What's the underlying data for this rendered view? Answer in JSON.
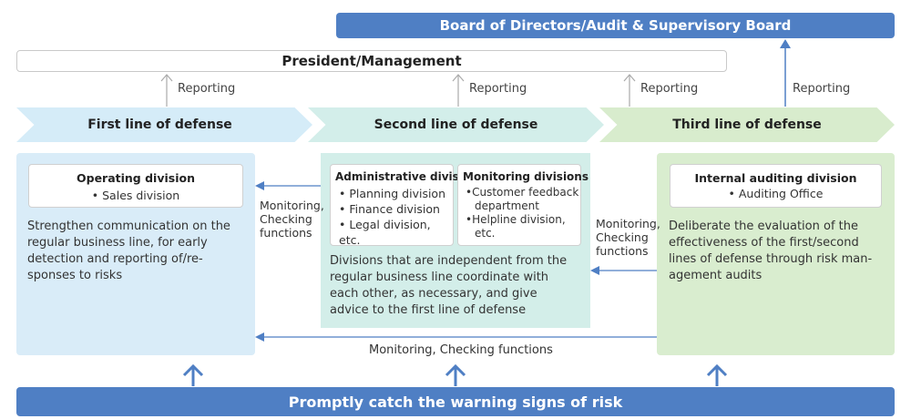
{
  "board": {
    "label": "Board of Directors/Audit & Supervisory Board"
  },
  "president": {
    "label": "President/Management"
  },
  "reporting": [
    "Reporting",
    "Reporting",
    "Reporting",
    "Reporting"
  ],
  "lines": [
    {
      "label": "First line of defense"
    },
    {
      "label": "Second line of defense"
    },
    {
      "label": "Third line of defense"
    }
  ],
  "first": {
    "box_title": "Operating division",
    "box_item": "• Sales division",
    "description": [
      "Strengthen communication on the",
      "regular business line, for early",
      "detection and reporting of/re-",
      "sponses to risks"
    ]
  },
  "second": {
    "admin": {
      "title": "Administrative divisions",
      "items": [
        "• Planning division",
        "• Finance division",
        "• Legal division, etc."
      ]
    },
    "monitoring": {
      "title": "Monitoring divisions",
      "items": [
        "•Customer feedback",
        "department",
        "•Helpline division,",
        "etc."
      ]
    },
    "description": [
      "Divisions that are independent from the",
      "regular business line coordinate with",
      "each other, as necessary, and give",
      "advice to the first line of defense"
    ]
  },
  "third": {
    "box_title": "Internal auditing division",
    "box_item": "• Auditing Office",
    "description": [
      "Deliberate the evaluation of the",
      "effectiveness of the first/second",
      "lines of defense through risk man-",
      "agement audits"
    ]
  },
  "monitoring_labels": {
    "left": [
      "Monitoring,",
      "Checking",
      "functions"
    ],
    "right": [
      "Monitoring,",
      "Checking",
      "functions"
    ],
    "bottom": "Monitoring, Checking functions"
  },
  "bottom": {
    "label": "Promptly catch the warning signs of risk"
  },
  "colors": {
    "accent_blue": "#4f7fc4",
    "first_line": "#d5ecf8",
    "second_line": "#d3eeea",
    "third_line": "#d8eccd",
    "arrow_blue": "#4f7fc4",
    "arrow_gray": "#aaaaaa"
  }
}
